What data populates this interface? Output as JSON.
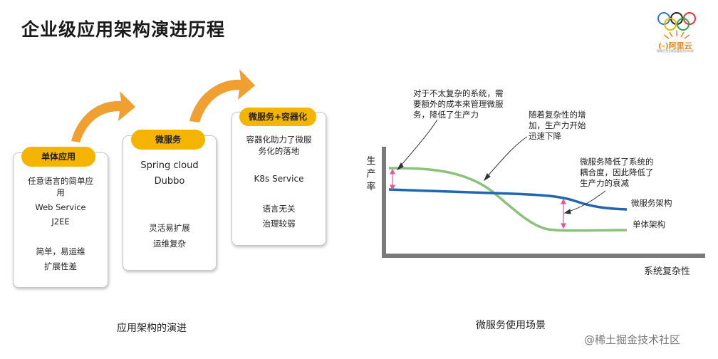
{
  "title": "企业级应用架构演进历程",
  "logo": {
    "text": "(-)阿里云",
    "subtext": "奥林匹克全球云服务合作伙伴"
  },
  "stages": [
    {
      "label": "单体应用",
      "lines": [
        "任意语言的简单应",
        "用",
        "Web Service",
        "J2EE",
        "",
        "简单，易运维",
        "扩展性差"
      ]
    },
    {
      "label": "微服务",
      "lines": [
        "Spring cloud",
        "Dubbo",
        "",
        "灵活易扩展",
        "运维复杂"
      ]
    },
    {
      "label": "微服务+容器化",
      "lines": [
        "容器化助力了微服",
        "务化的落地",
        "K8s Service",
        "语言无关",
        "治理较弱"
      ]
    }
  ],
  "left_caption": "应用架构的演进",
  "right_caption": "微服务使用场景",
  "chart": {
    "ylabel": [
      "生",
      "产",
      "率"
    ],
    "xlabel": "系统复杂性",
    "series": [
      {
        "name": "微服务架构",
        "color": "#2166b0"
      },
      {
        "name": "单体架构",
        "color": "#8ac27a"
      }
    ],
    "notes": [
      {
        "lines": [
          "对于不太复杂的系统，需",
          "要额外的成本来管理微服",
          "务，降低了生产力"
        ]
      },
      {
        "lines": [
          "随着复杂性的增",
          "加，生产力开始",
          "迅速下降"
        ]
      },
      {
        "lines": [
          "微服务降低了系统的",
          "耦合度，因此降低了",
          "生产力的衰减"
        ]
      }
    ]
  },
  "watermark": "@稀土掘金技术社区",
  "colors": {
    "accent": "#f5b400",
    "arrow": "#f0a030",
    "bracket": "#e05a9a"
  }
}
